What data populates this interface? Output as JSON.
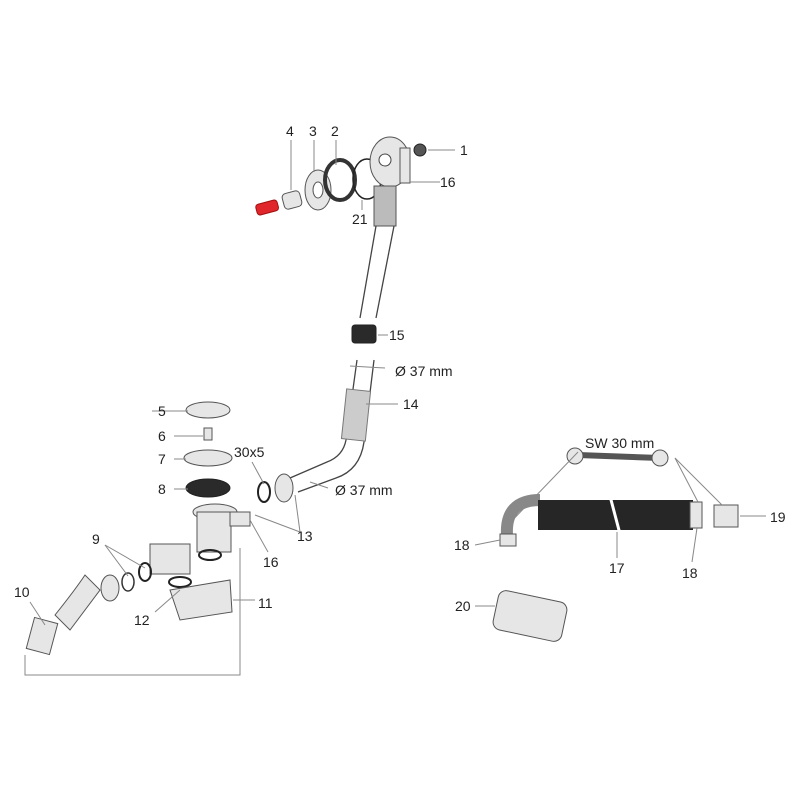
{
  "labels": {
    "p1": "1",
    "p2": "2",
    "p3": "3",
    "p4": "4",
    "p16a": "16",
    "p21": "21",
    "p15": "15",
    "dia_top": "Ø 37 mm",
    "p14": "14",
    "p5": "5",
    "p6": "6",
    "p7": "7",
    "p8": "8",
    "p30x5": "30x5",
    "p13": "13",
    "p16b": "16",
    "dia_bottom": "Ø 37 mm",
    "p9": "9",
    "p10": "10",
    "p11": "11",
    "p12": "12",
    "sw": "SW 30 mm",
    "p18a": "18",
    "p17": "17",
    "p18b": "18",
    "p19": "19",
    "p20": "20"
  },
  "colors": {
    "highlight": "#e0262b",
    "hose": "#262626"
  }
}
